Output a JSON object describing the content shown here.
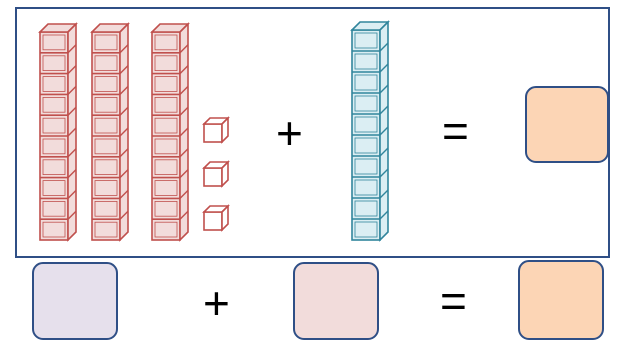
{
  "equation_top": {
    "plus_sign": "+",
    "equals_sign": "=",
    "answer_box_color": "#fcd5b5",
    "blocks": {
      "tens_rods_count": 3,
      "ones_cubes_count": 3,
      "second_tens_rods_count": 1,
      "cubes_per_rod": 10,
      "tens_color": "#c0504d",
      "tens_fill": "#f2dcdb",
      "ones_color": "#c0504d",
      "second_color": "#31859c",
      "second_fill": "#dbeef3"
    }
  },
  "equation_bottom": {
    "plus_sign": "+",
    "equals_sign": "=",
    "box1_color": "#e6e0ec",
    "box2_color": "#f2dcdb",
    "box3_color": "#fcd5b5"
  }
}
